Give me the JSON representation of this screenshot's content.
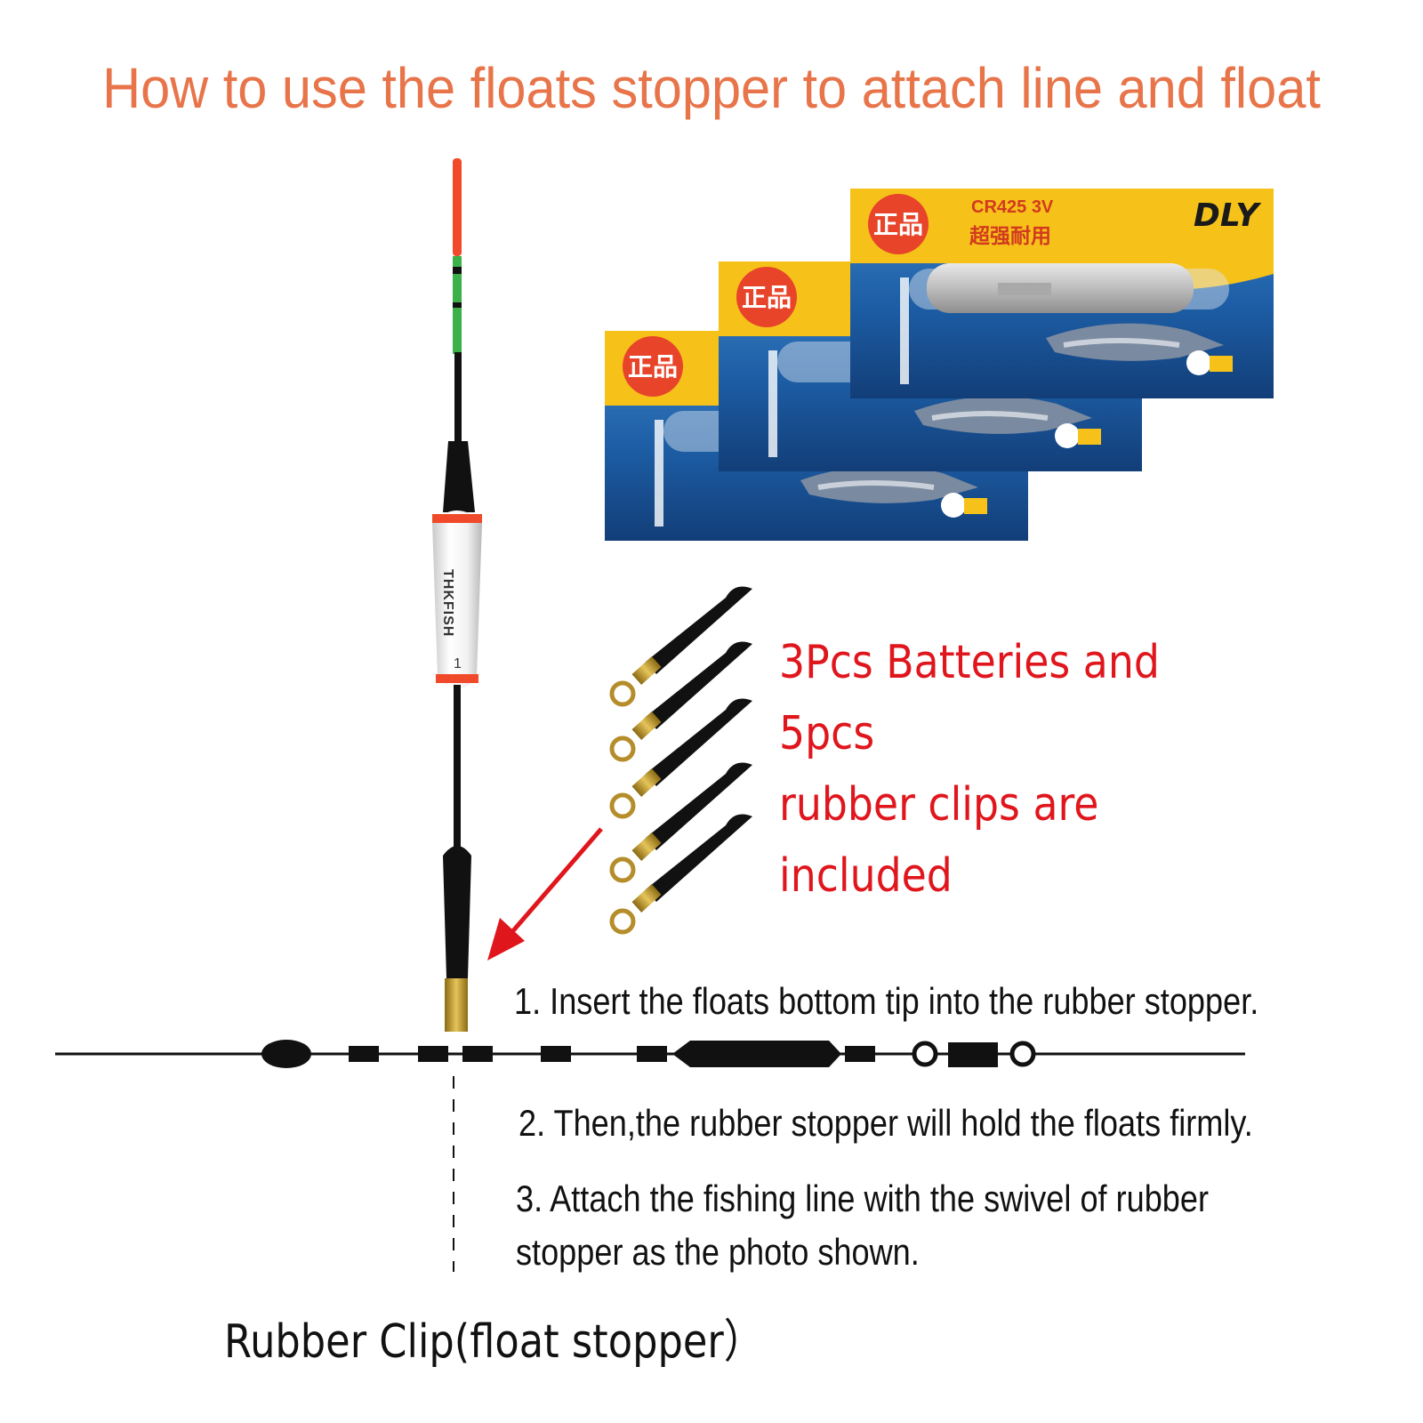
{
  "title": "How to use the floats stopper to attach line and float",
  "included_note": {
    "line1": "3Pcs Batteries and 5pcs",
    "line2": "rubber clips are included"
  },
  "steps": [
    "1. Insert the floats bottom tip into the rubber stopper.",
    "2. Then,the rubber stopper will hold the floats firmly.",
    "3. Attach the fishing line with the swivel of rubber stopper as the photo shown."
  ],
  "caption": "Rubber Clip(float stopper）",
  "battery_pack": {
    "model": "CR425  3V",
    "chinese_text": "超强耐用",
    "badge": "正品",
    "brand": "DLY"
  },
  "float": {
    "brand": "THKFISH",
    "number": "1"
  },
  "colors": {
    "title": "#e8744a",
    "included_note": "#e0161d",
    "arrow": "#e0161d",
    "pack_yellow": "#f6c21a",
    "pack_blue": "#1f5fa8",
    "float_tip_red": "#f04a2a",
    "float_tip_green": "#3cb04a"
  },
  "icons": [
    "float-icon",
    "battery-pack-icon",
    "rubber-clip-icon",
    "swivel-icon",
    "arrow-icon"
  ]
}
